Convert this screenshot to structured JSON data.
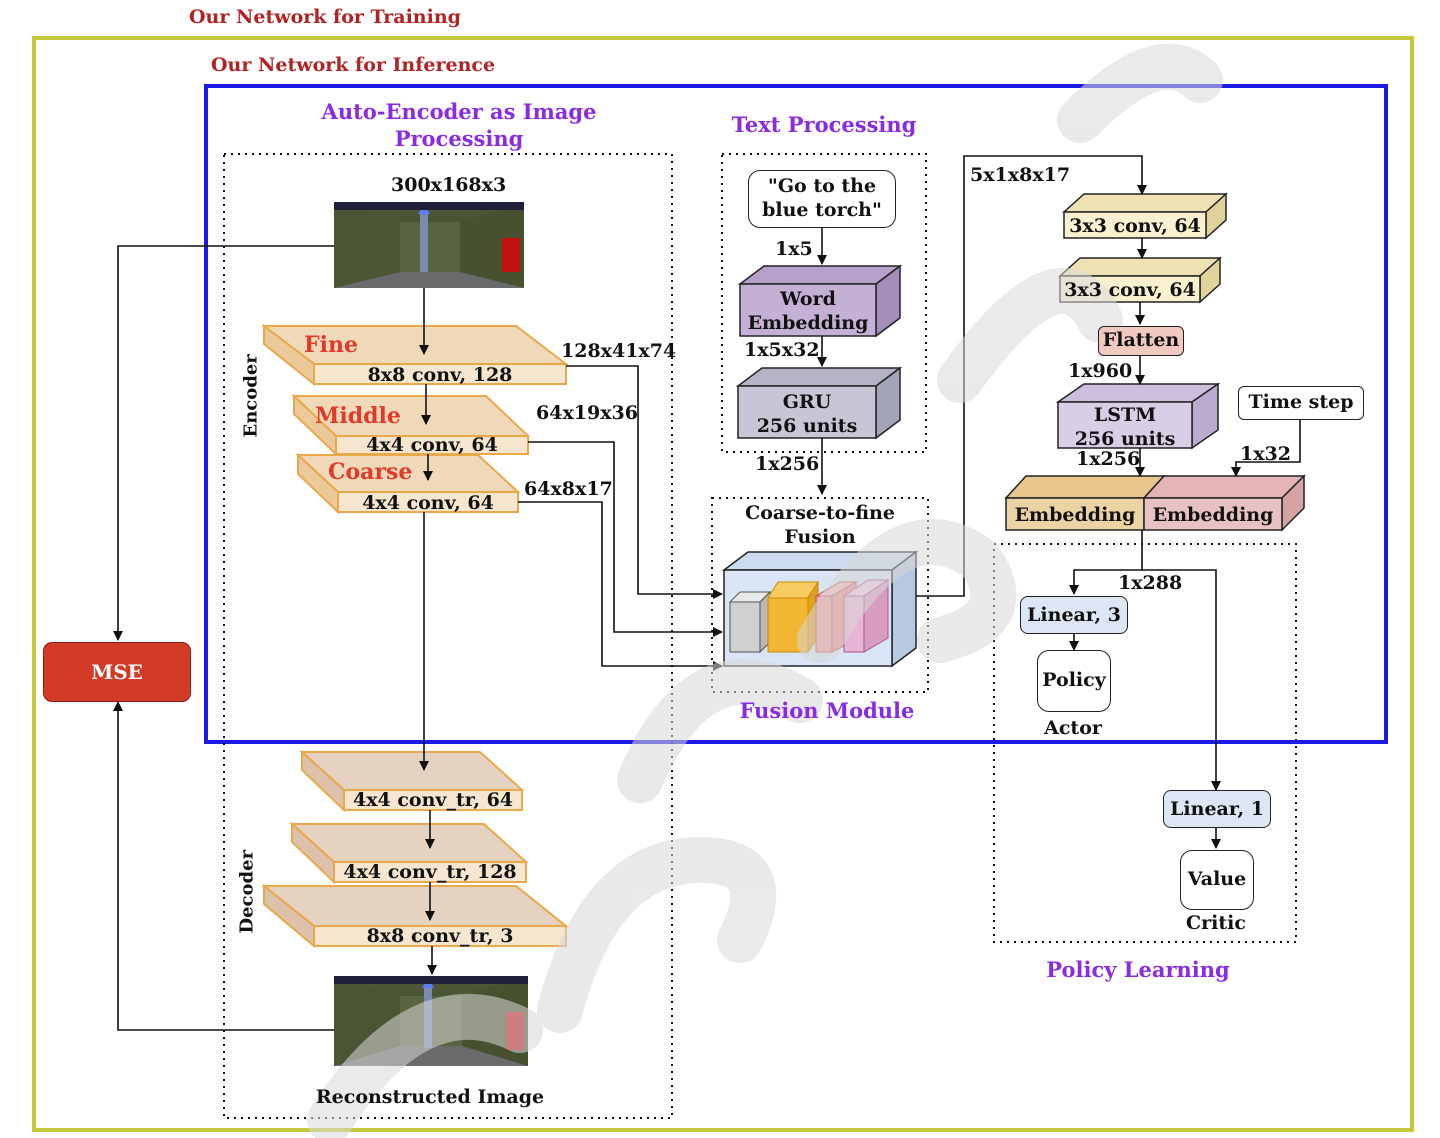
{
  "frames": {
    "training_label": "Our Network for Training",
    "inference_label": "Our Network for Inference"
  },
  "image_processing": {
    "title_line1": "Auto-Encoder as Image",
    "title_line2": "Processing",
    "input_size": "300x168x3",
    "encoder_label": "Encoder",
    "decoder_label": "Decoder",
    "fine": {
      "name": "Fine",
      "op": "8x8 conv, 128",
      "out": "128x41x74"
    },
    "middle": {
      "name": "Middle",
      "op": "4x4 conv, 64",
      "out": "64x19x36"
    },
    "coarse": {
      "name": "Coarse",
      "op": "4x4 conv, 64",
      "out": "64x8x17"
    },
    "dec1": "4x4 conv_tr, 64",
    "dec2": "4x4 conv_tr, 128",
    "dec3": "8x8 conv_tr, 3",
    "reconstructed_label": "Reconstructed Image"
  },
  "mse_label": "MSE",
  "text_processing": {
    "title": "Text Processing",
    "instruction_line1": "\"Go to the",
    "instruction_line2": "blue torch\"",
    "instr_dim": "1x5",
    "word_emb_line1": "Word",
    "word_emb_line2": "Embedding",
    "emb_dim": "1x5x32",
    "gru_line1": "GRU",
    "gru_line2": "256 units",
    "gru_dim": "1x256"
  },
  "fusion": {
    "title_line1": "Coarse-to-fine",
    "title_line2": "Fusion",
    "module_label": "Fusion Module",
    "out_dim": "5x1x8x17"
  },
  "policy": {
    "conv1": "3x3 conv, 64",
    "conv2": "3x3 conv, 64",
    "flatten": "Flatten",
    "flat_dim": "1x960",
    "lstm_line1": "LSTM",
    "lstm_line2": "256 units",
    "lstm_dim": "1x256",
    "timestep": "Time step",
    "time_dim": "1x32",
    "emb_left": "Embedding",
    "emb_right": "Embedding",
    "concat_dim": "1x288",
    "linear3": "Linear, 3",
    "policy_out": "Policy",
    "actor": "Actor",
    "linear1": "Linear, 1",
    "value_out": "Value",
    "critic": "Critic",
    "section_title": "Policy Learning"
  },
  "colors": {
    "outer_frame": "#c8c83a",
    "inference_frame": "#1a1ae6",
    "conv_face": "#f0d9b8",
    "conv_edge": "#e9a84a",
    "decoder_face": "#e6d2c0",
    "mse": "#d23a26",
    "word_emb": "#c5b0d5",
    "gru": "#c0c0d0",
    "policy_conv": "#f4ecc6",
    "flatten": "#f2c9c0",
    "lstm": "#d8cfe6",
    "emb_left": "#ecd3a4",
    "emb_right": "#e8c2c2",
    "purple_text": "#8a2be2",
    "red_text": "#b22222"
  }
}
